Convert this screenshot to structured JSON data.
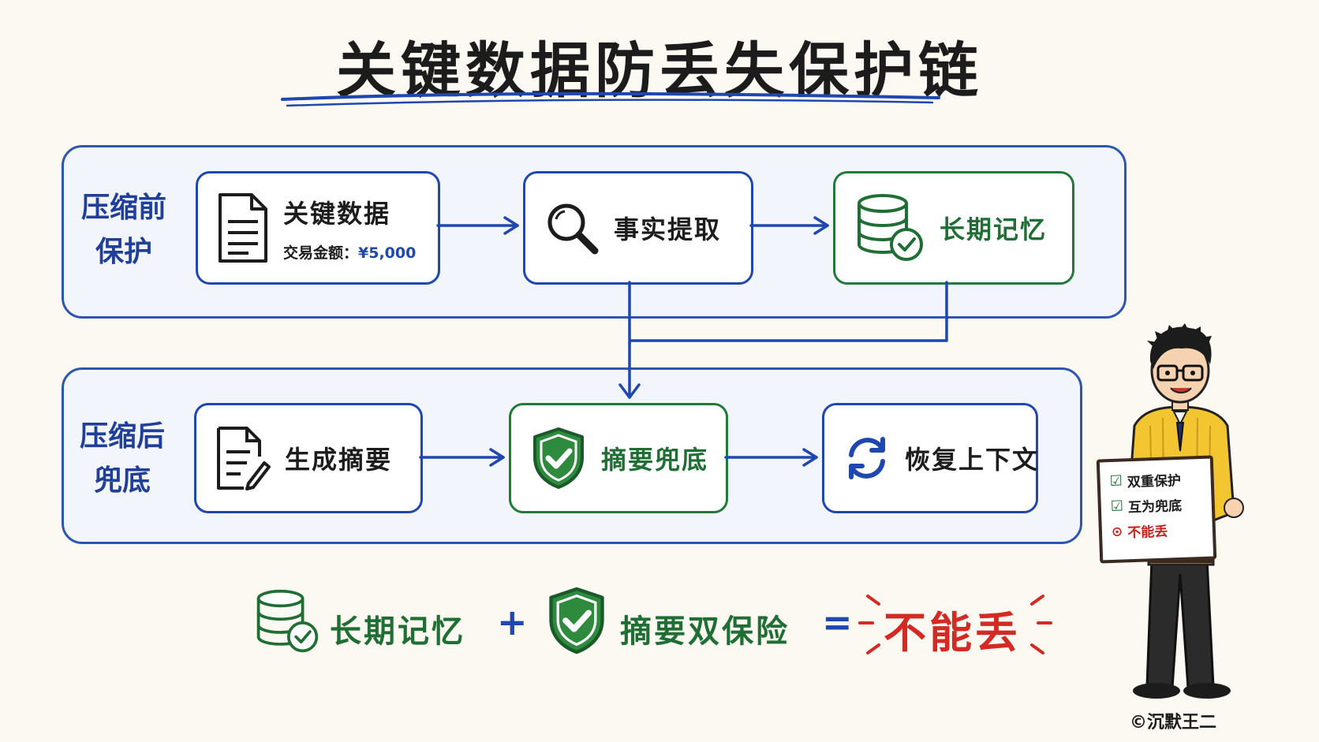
{
  "title": "关键数据防丢失保护链",
  "panels": {
    "top": {
      "label_line1": "压缩前",
      "label_line2": "保护",
      "boxes": [
        {
          "label": "关键数据",
          "sub_prefix": "交易金额：",
          "sub_value": "¥5,000",
          "icon": "document-icon"
        },
        {
          "label": "事实提取",
          "icon": "magnifier-icon"
        },
        {
          "label": "长期记忆",
          "icon": "database-check-icon"
        }
      ]
    },
    "bottom": {
      "label_line1": "压缩后",
      "label_line2": "兜底",
      "boxes": [
        {
          "label": "生成摘要",
          "icon": "document-pen-icon"
        },
        {
          "label": "摘要兜底",
          "icon": "shield-check-icon"
        },
        {
          "label": "恢复上下文",
          "icon": "refresh-icon"
        }
      ]
    }
  },
  "equation": {
    "term1": "长期记忆",
    "plus": "+",
    "term2": "摘要双保险",
    "equals": "=",
    "result": "不能丢"
  },
  "sign": {
    "items": [
      {
        "text": "双重保护",
        "mark": "check"
      },
      {
        "text": "互为兜底",
        "mark": "check"
      },
      {
        "text": "不能丢",
        "mark": "circle-check"
      }
    ]
  },
  "copyright": "©沉默王二",
  "colors": {
    "blue": "#1f47b0",
    "green": "#217a3a",
    "red": "#d42a23",
    "background": "#fbf9f1"
  }
}
